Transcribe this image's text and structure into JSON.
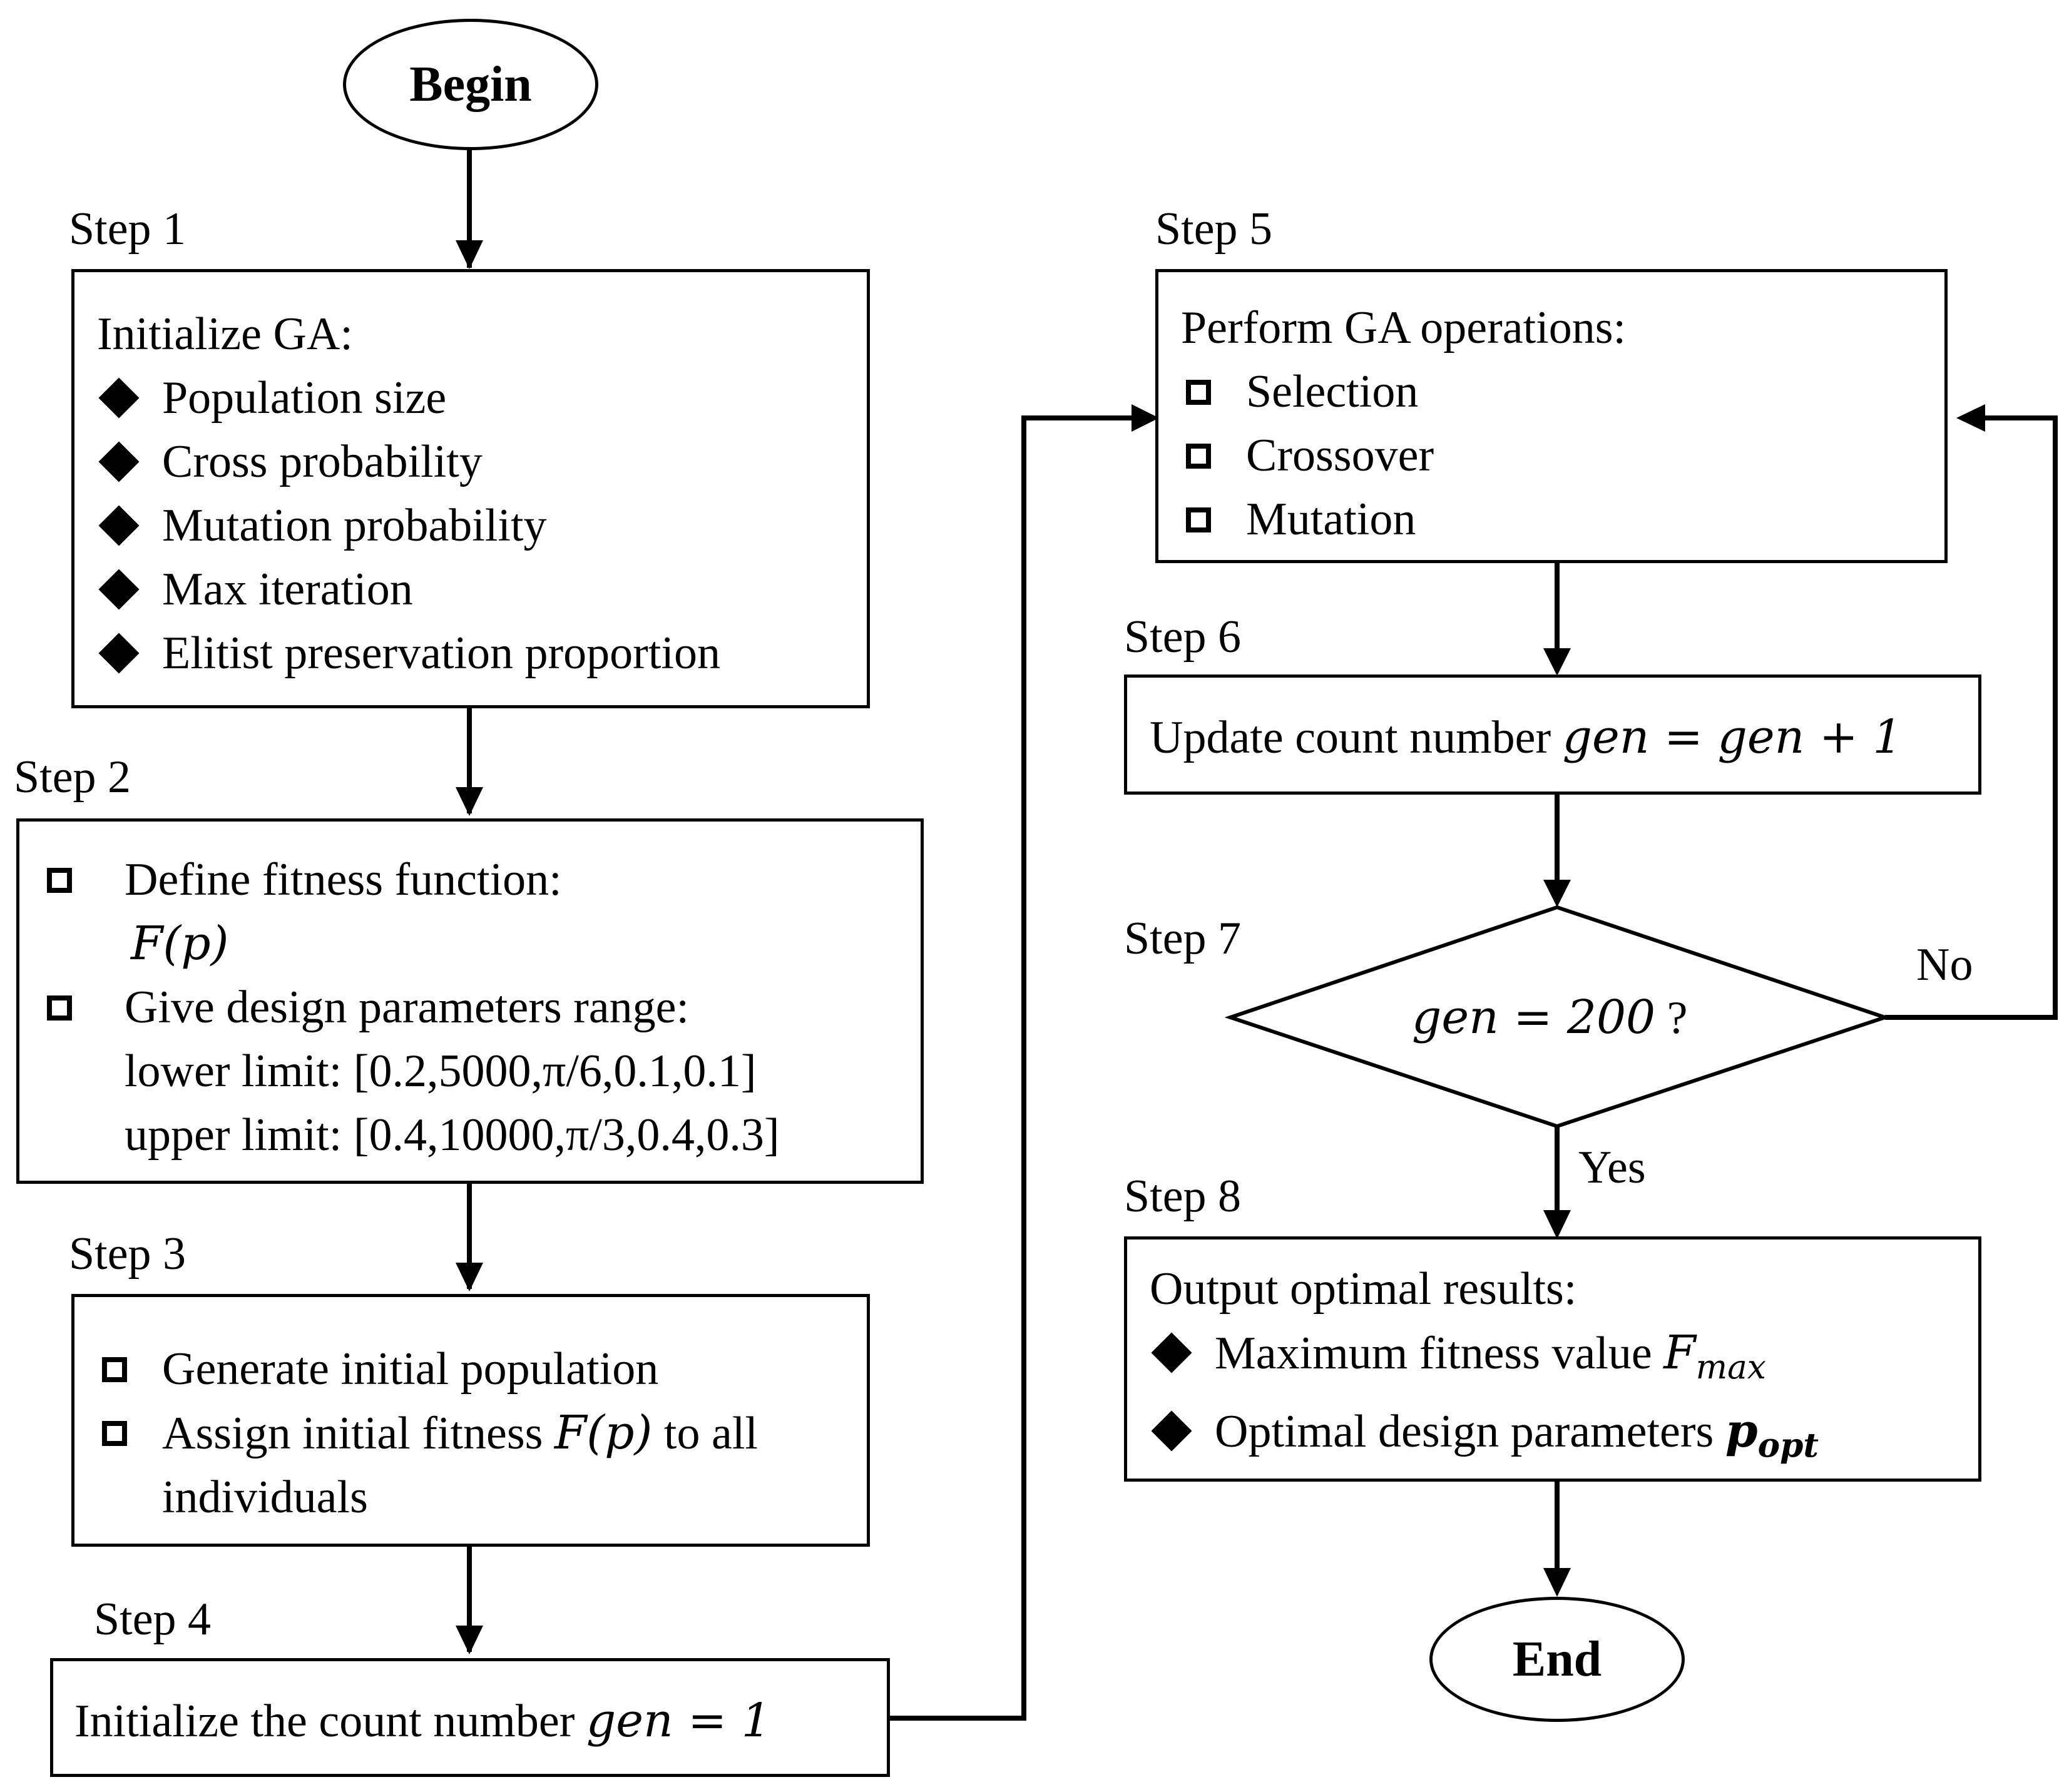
{
  "begin": "Begin",
  "end": "End",
  "steps": {
    "s1": "Step 1",
    "s2": "Step 2",
    "s3": "Step 3",
    "s4": "Step 4",
    "s5": "Step 5",
    "s6": "Step 6",
    "s7": "Step 7",
    "s8": "Step 8"
  },
  "step1": {
    "title": "Initialize GA:",
    "items": [
      "Population size",
      "Cross probability",
      "Mutation probability",
      "Max iteration",
      "Elitist preservation proportion"
    ]
  },
  "step2": {
    "define": "Define fitness function:",
    "fitness": "F(p)",
    "give": "Give design parameters range:",
    "lower_label": "lower limit: ",
    "lower": "[0.2,5000,π/6,0.1,0.1]",
    "upper_label": "upper limit: ",
    "upper": "[0.4,10000,π/3,0.4,0.3]"
  },
  "step3": {
    "item1": "Generate initial population",
    "item2_pre": "Assign initial fitness ",
    "item2_math": "F(p)",
    "item2_post": " to all",
    "item2_cont": "individuals"
  },
  "step4": {
    "text": "Initialize the count number ",
    "math": "gen = 1"
  },
  "step5": {
    "title": "Perform GA operations:",
    "items": [
      "Selection",
      "Crossover",
      "Mutation"
    ]
  },
  "step6": {
    "text": "Update count number ",
    "math": "gen = gen + 1"
  },
  "step7": {
    "math": "gen = 200",
    "q": " ?"
  },
  "step8": {
    "title": "Output optimal results:",
    "item1": "Maximum fitness value ",
    "item1_sym": "F",
    "item1_sub": "max",
    "item2": "Optimal design parameters ",
    "item2_sym": "p",
    "item2_sub": "opt"
  },
  "labels": {
    "no": "No",
    "yes": "Yes"
  }
}
